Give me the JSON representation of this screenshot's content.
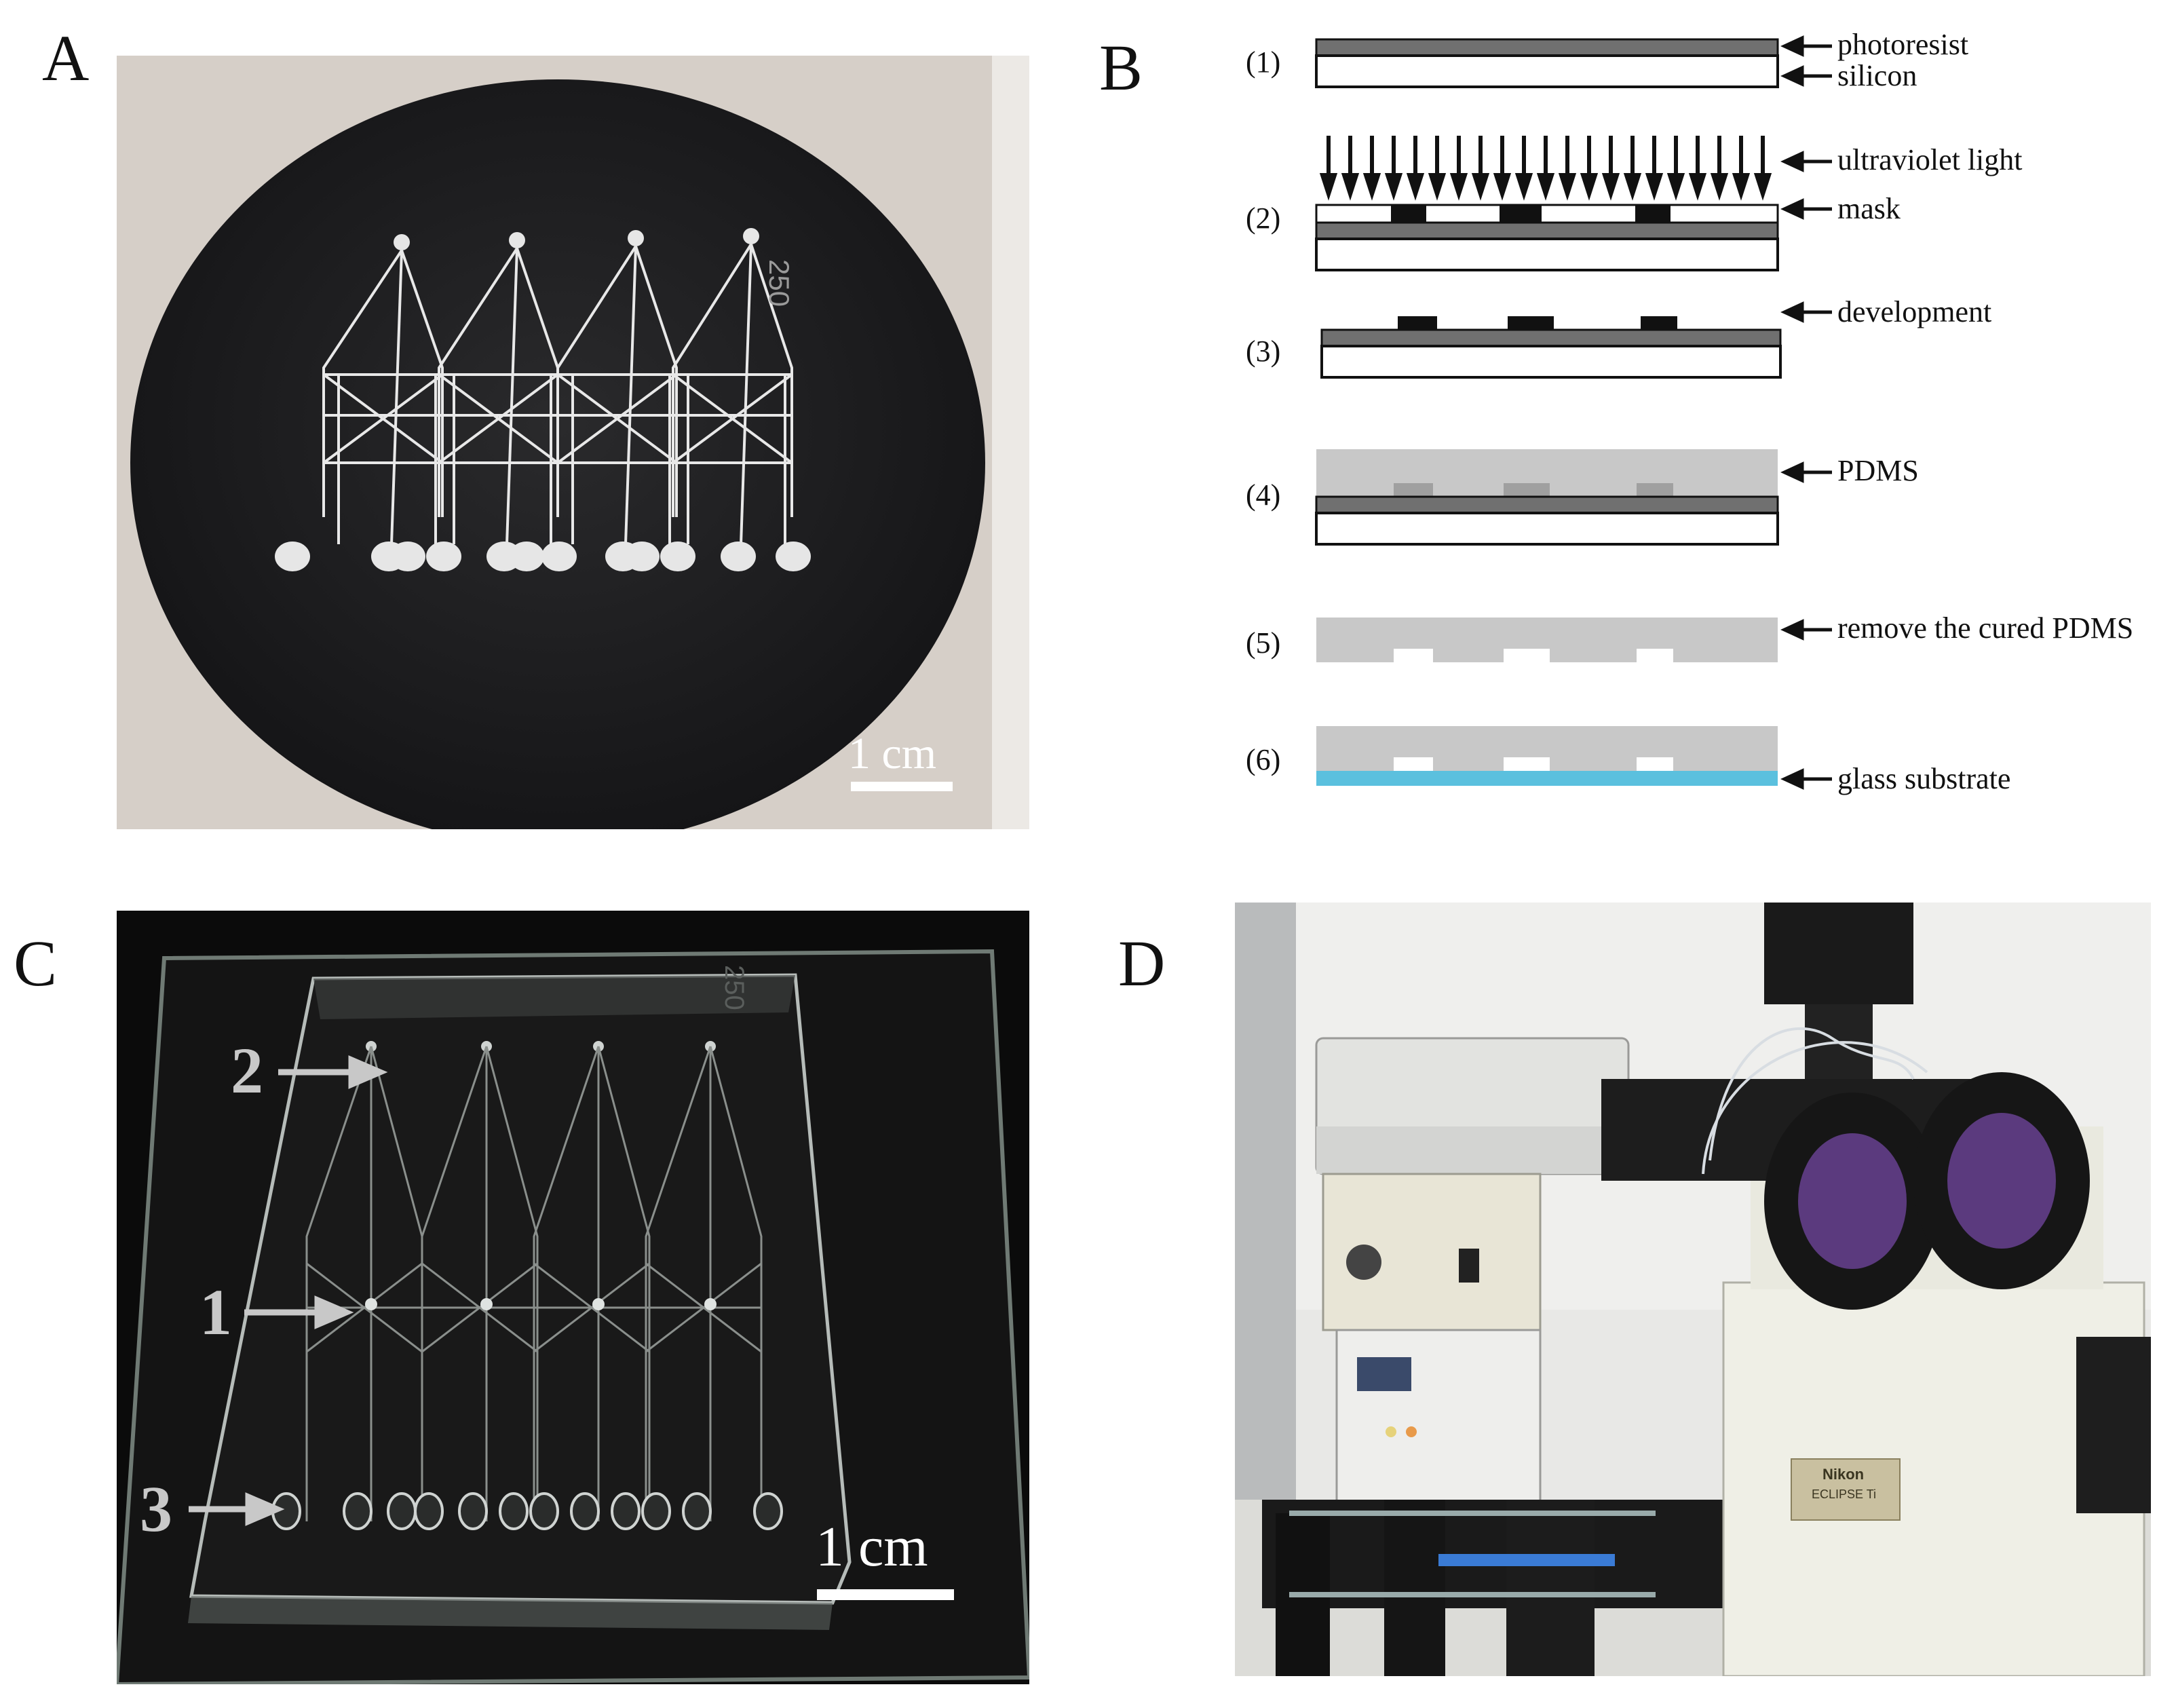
{
  "figure": {
    "panels": {
      "a": {
        "letter": "A",
        "scale_label": "1 cm",
        "wafer_label": "250"
      },
      "b": {
        "letter": "B",
        "steps": [
          "(1)",
          "(2)",
          "(3)",
          "(4)",
          "(5)",
          "(6)"
        ],
        "labels": {
          "photoresist": "photoresist",
          "silicon": "silicon",
          "uv": "ultraviolet light",
          "mask": "mask",
          "development": "development",
          "pdms": "PDMS",
          "remove": "remove the cured PDMS",
          "glass": "glass substrate"
        }
      },
      "c": {
        "letter": "C",
        "scale_label": "1 cm",
        "chip_label": "250",
        "annotations": [
          "2",
          "1",
          "3"
        ]
      },
      "d": {
        "letter": "D",
        "brand": "Nikon",
        "model": "ECLIPSE Ti"
      }
    },
    "colors": {
      "photoresist": "#707070",
      "pdms": "#c8c8c8",
      "glass": "#5bc0de",
      "wafer": "#1c1c1e",
      "annotation": "#c8c8c8"
    }
  }
}
